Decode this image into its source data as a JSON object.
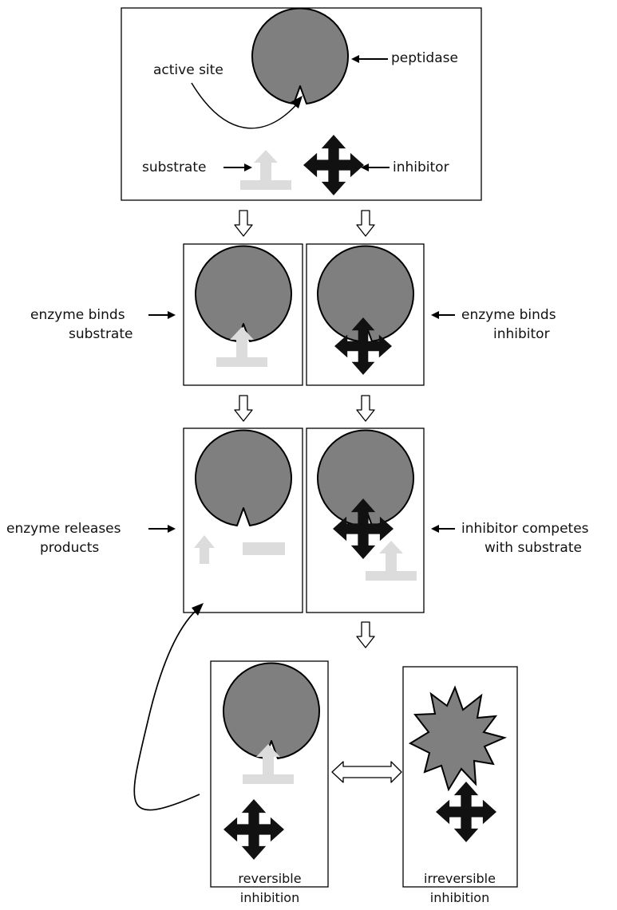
{
  "labels": {
    "active_site": "active site",
    "peptidase": "peptidase",
    "substrate": "substrate",
    "inhibitor": "inhibitor",
    "binds_substrate_1": "enzyme binds",
    "binds_substrate_2": "substrate",
    "binds_inhibitor_1": "enzyme binds",
    "binds_inhibitor_2": "inhibitor",
    "releases_1": "enzyme releases",
    "releases_2": "products",
    "competes_1": "inhibitor competes",
    "competes_2": "with substrate",
    "reversible_1": "reversible",
    "reversible_2": "inhibition",
    "irreversible_1": "irreversible",
    "irreversible_2": "inhibition"
  },
  "colors": {
    "enzyme": "#7f7f7f",
    "substrate": "#dcdcdc",
    "inhibitor": "#111111",
    "outline": "#000000"
  },
  "icons": [
    "enzyme-shape",
    "substrate-shape",
    "inhibitor-cross",
    "flow-arrow",
    "double-arrow",
    "star-enzyme"
  ]
}
